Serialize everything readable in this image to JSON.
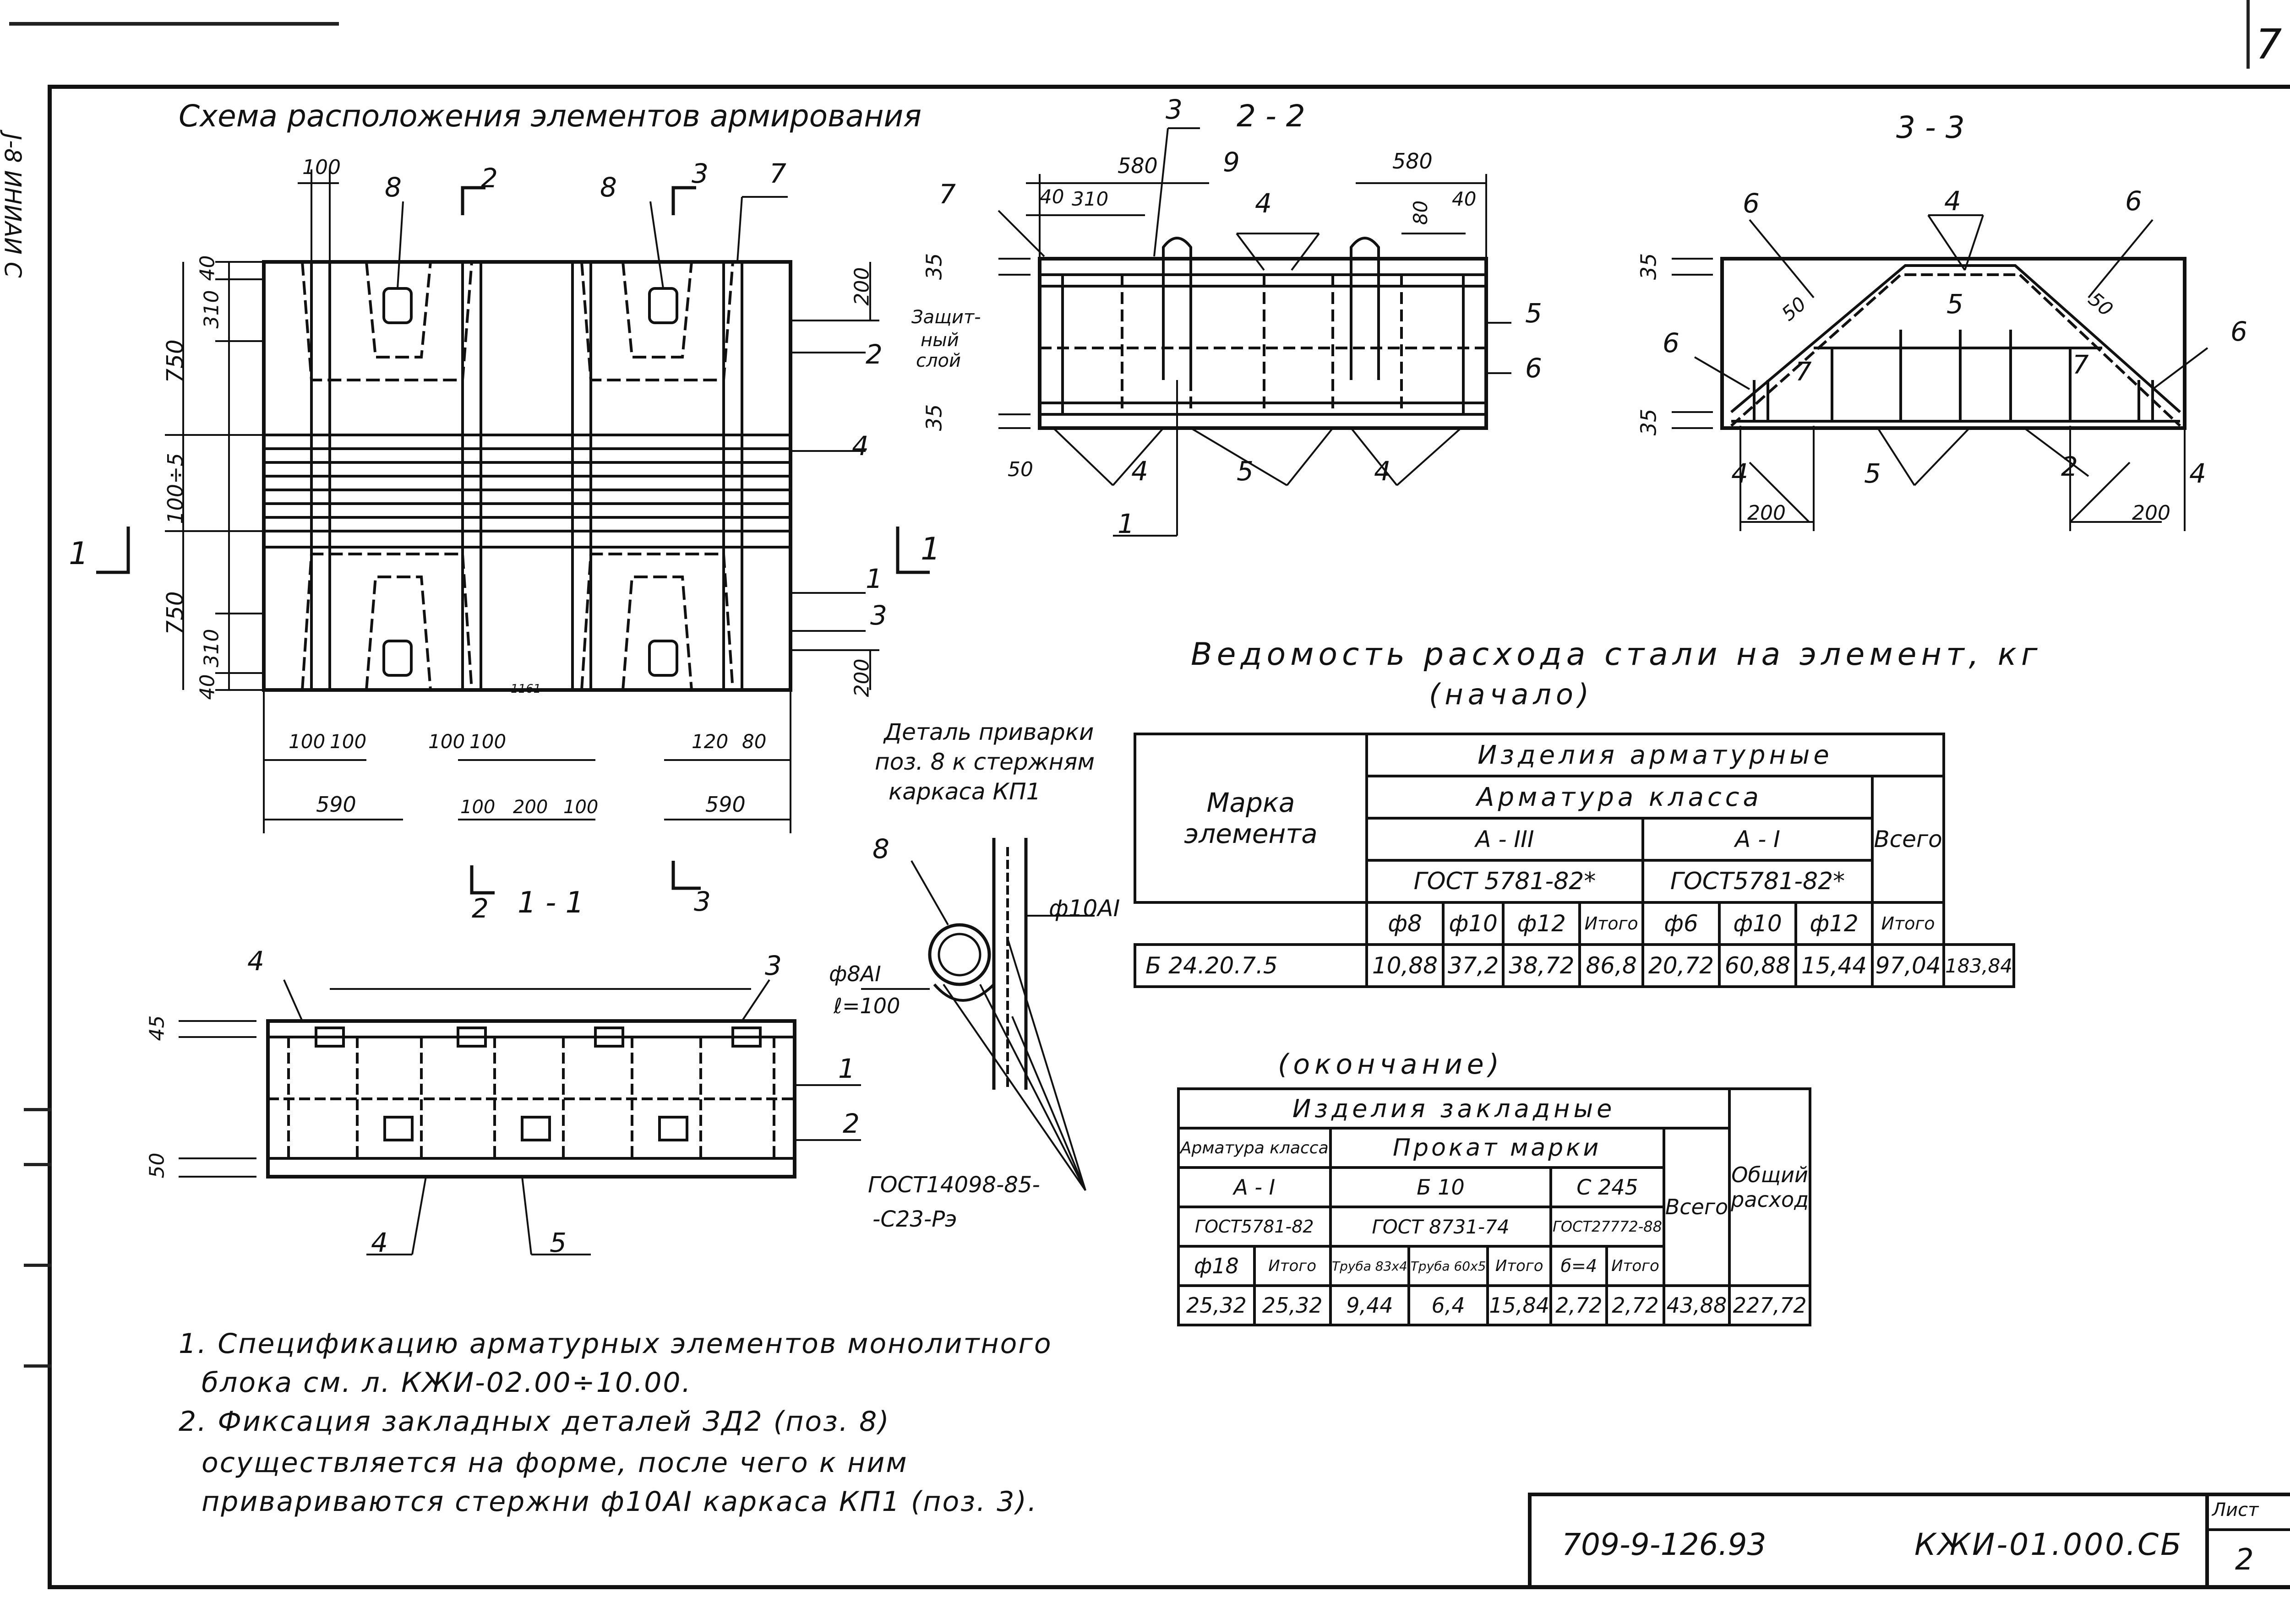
{
  "sheet_number": "7",
  "side_label": "J-8 ИНИАИ С",
  "titles": {
    "scheme": "Схема расположения элементов армирования",
    "section_2_2": "2 - 2",
    "section_3_3": "3 - 3",
    "section_1_1": "1 - 1",
    "weld_detail_1": "Деталь приварки",
    "weld_detail_2": "поз. 8 к стержням",
    "weld_detail_3": "каркаса КП1"
  },
  "plan_dims": {
    "d100_top": "100",
    "d40_a": "40",
    "d310_a": "310",
    "d750_a": "750",
    "d1005": "100÷5",
    "d750_b": "750",
    "d310_b": "310",
    "d40_b": "40",
    "d200_a": "200",
    "d200_b": "200",
    "d100_1": "100",
    "d100_2": "100",
    "d100_3": "100",
    "d100_4": "100",
    "d120": "120",
    "d80": "80",
    "d590_a": "590",
    "d590_b": "590",
    "d100_5": "100",
    "d200_c": "200",
    "d100_6": "100",
    "d1161": "1161",
    "cut1_left": "1",
    "cut1_right": "1",
    "cut2_top": "2",
    "cut3_top": "3",
    "cut2_bottom": "2",
    "cut3_bottom": "3",
    "pos8_a": "8",
    "pos8_b": "8",
    "pos7": "7",
    "pos2": "2",
    "pos4": "4",
    "pos1": "1",
    "pos3": "3"
  },
  "s22": {
    "d580_a": "580",
    "d580_b": "580",
    "d40_a": "40",
    "d40_b": "40",
    "d310": "310",
    "d80": "80",
    "d35_a": "35",
    "d35_b": "35",
    "d50": "50",
    "p3": "3",
    "p7": "7",
    "p9": "9",
    "p4_top": "4",
    "p5": "5",
    "p6": "6",
    "p4_b1": "4",
    "p5_b": "5",
    "p4_b2": "4",
    "p1": "1",
    "protect_1": "Защит-",
    "protect_2": "ный",
    "protect_3": "слой"
  },
  "s33": {
    "p6_a": "6",
    "p4_top": "4",
    "p6_b": "6",
    "p6_c": "6",
    "p6_d": "6",
    "d50_a": "50",
    "d50_b": "50",
    "p5_mid": "5",
    "p7_a": "7",
    "p7_b": "7",
    "d35_a": "35",
    "d35_b": "35",
    "p4_l": "4",
    "p5_b": "5",
    "p2": "2",
    "p4_r": "4",
    "d200_a": "200",
    "d200_b": "200"
  },
  "s11": {
    "p4_top": "4",
    "p3": "3",
    "p1": "1",
    "p2": "2",
    "p4_bot": "4",
    "p5": "5",
    "d45": "45",
    "d50": "50"
  },
  "weld": {
    "p8": "8",
    "rod": "ф10АI",
    "bar": "ф8АI",
    "len": "ℓ=100",
    "gost_1": "ГОСТ14098-85-",
    "gost_2": "-С23-Рэ"
  },
  "table1": {
    "title": "Ведомость расхода стали на элемент, кг",
    "subtitle": "(начало)",
    "h_mark": "Марка элемента",
    "h_products": "Изделия арматурные",
    "h_rebar_class": "Арматура класса",
    "h_a3": "A - III",
    "h_a1": "A - I",
    "h_gost_a": "ГОСТ 5781-82*",
    "h_gost_b": "ГОСТ5781-82*",
    "h_total": "Всего",
    "cols": [
      "ф8",
      "ф10",
      "ф12",
      "Итого",
      "ф6",
      "ф10",
      "ф12",
      "Итого"
    ],
    "row": {
      "mark": "Б 24.20.7.5",
      "values": [
        "10,88",
        "37,2",
        "38,72",
        "86,8",
        "20,72",
        "60,88",
        "15,44",
        "97,04"
      ],
      "total": "183,84"
    }
  },
  "table2": {
    "subtitle": "(окончание)",
    "h_embedded": "Изделия закладные",
    "h_rebar_class": "Арматура класса",
    "h_rolled": "Прокат марки",
    "h_a1": "A - I",
    "h_b10": "Б 10",
    "h_c245": "С 245",
    "h_total": "Всего",
    "h_general": "Общий расход",
    "h_gost1": "ГОСТ5781-82",
    "h_gost2": "ГОСТ 8731-74",
    "h_gost3": "ГОСТ27772-88",
    "cols": [
      "ф18",
      "Итого",
      "Труба 83х4",
      "Труба 60х5",
      "Итого",
      "б=4",
      "Итого"
    ],
    "row": [
      "25,32",
      "25,32",
      "9,44",
      "6,4",
      "15,84",
      "2,72",
      "2,72"
    ],
    "total": "43,88",
    "general": "227,72"
  },
  "notes": {
    "n1_a": "1. Спецификацию арматурных элементов монолитного",
    "n1_b": "блока см. л. КЖИ-02.00÷10.00.",
    "n2_a": "2. Фиксация закладных деталей ЗД2 (поз. 8)",
    "n2_b": "осуществляется на форме, после чего к ним",
    "n2_c": "привариваются стержни ф10АI каркаса КП1 (поз. 3)."
  },
  "title_block": {
    "project": "709-9-126.93",
    "code": "КЖИ-01.000.СБ",
    "sheet_label": "Лист",
    "sheet": "2"
  }
}
